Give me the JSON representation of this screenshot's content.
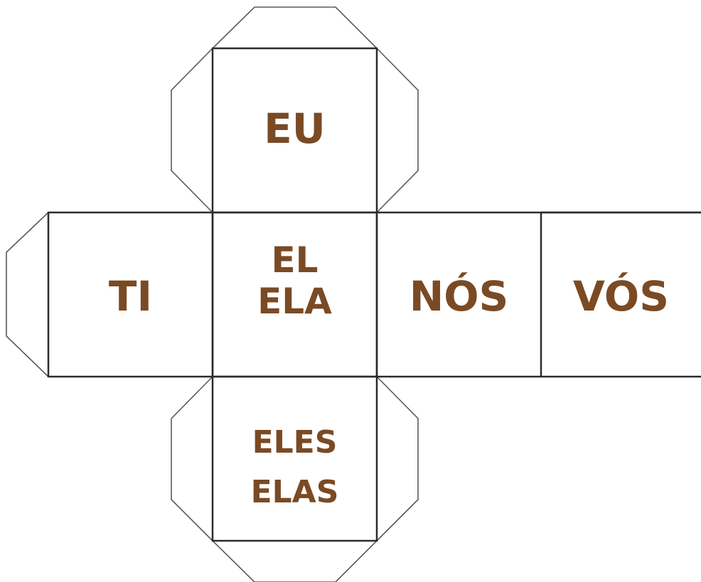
{
  "colors": {
    "text": "#7a4a24",
    "lines": "#2b2b2b",
    "tabs": "#5a5a5a",
    "background": "#ffffff"
  },
  "faces": {
    "top": {
      "lines": [
        "EU"
      ]
    },
    "left": {
      "lines": [
        "TI"
      ]
    },
    "center": {
      "lines": [
        "EL",
        "ELA"
      ]
    },
    "right": {
      "lines": [
        "NÓS"
      ]
    },
    "far_right": {
      "lines": [
        "VÓS"
      ]
    },
    "bottom": {
      "lines": [
        "ELES",
        "ELAS"
      ]
    }
  }
}
